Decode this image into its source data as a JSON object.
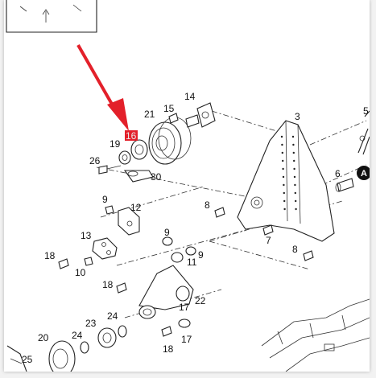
{
  "diagram": {
    "highlight_color": "#e3202a",
    "arrow_color": "#e3202a",
    "labels": {
      "p3": "3",
      "p5": "5",
      "p6": "6",
      "p7": "7",
      "p8a": "8",
      "p8b": "8",
      "p9a": "9",
      "p9b": "9",
      "p9c": "9",
      "p10": "10",
      "p11": "11",
      "p12": "12",
      "p13": "13",
      "p14": "14",
      "p15": "15",
      "p16": "16",
      "p17a": "17",
      "p17b": "17",
      "p18a": "18",
      "p18b": "18",
      "p18c": "18",
      "p19": "19",
      "p20": "20",
      "p21": "21",
      "p22": "22",
      "p23": "23",
      "p24a": "24",
      "p24b": "24",
      "p25": "25",
      "p26": "26",
      "p30": "30",
      "pA": "A"
    }
  }
}
